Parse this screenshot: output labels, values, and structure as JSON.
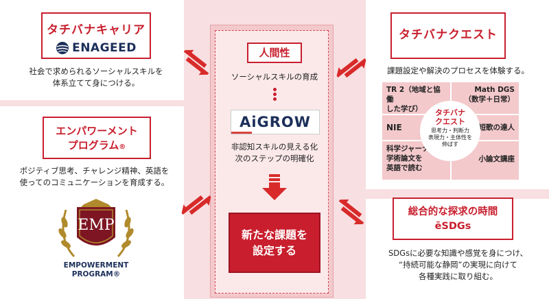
{
  "left_top": {
    "title": "タチバナキャリア",
    "logo_text": "ENAGEED",
    "desc_line1": "社会で求められるソーシャルスキルを",
    "desc_line2": "体系立てて身につける。"
  },
  "left_bottom": {
    "title_line1": "エンパワーメント",
    "title_line2": "プログラム",
    "title_mark": "®",
    "desc_line1": "ポジティブ思考、チャレンジ精神、英語を",
    "desc_line2": "使ってのコミュニケーションを育成する。",
    "emblem_text": "EMP",
    "logo_line1": "EMPOWERMENT",
    "logo_line2": "PROGRAM®"
  },
  "center": {
    "title": "人間性",
    "subtitle": "ソーシャルスキルの育成",
    "logo_text": "AiGROW",
    "desc_line1": "非認知スキルの見える化",
    "desc_line2": "次のステップの明確化",
    "box_line1": "新たな課題を",
    "box_line2": "設定する"
  },
  "right_top": {
    "title": "タチバナクエスト",
    "desc": "課題設定や解決のプロセスを体験する。",
    "cells": {
      "tl_line1": "TR 2（地域と協働",
      "tl_line2": "した学び）",
      "tr_line1": "Math DGS",
      "tr_line2": "（数学＋日常）",
      "ml": "NIE",
      "mr": "短歌の達人",
      "bl_line1": "科学ジャーナルの",
      "bl_line2": "学術論文を",
      "bl_line3": "英語で読む",
      "br": "小論文講座"
    },
    "circle": {
      "title_line1": "タチバナ",
      "title_line2": "クエスト",
      "sub_line1": "思考力・判断力",
      "sub_line2": "表現力・主体性を",
      "sub_line3": "伸ばす"
    }
  },
  "right_bottom": {
    "title_line1": "総合的な探求の時間",
    "title_line2": "ēSDGs",
    "desc_line1": "SDGsに必要な知識や感覚を身につけ、",
    "desc_line2": "“持続可能な静岡”の実現に向けて",
    "desc_line3": "各種実践に取り組む。"
  },
  "colors": {
    "accent": "#c81e2d",
    "navy": "#1c2f5a",
    "gold": "#b08a2c",
    "pink_bg": "#f8dfe1"
  }
}
